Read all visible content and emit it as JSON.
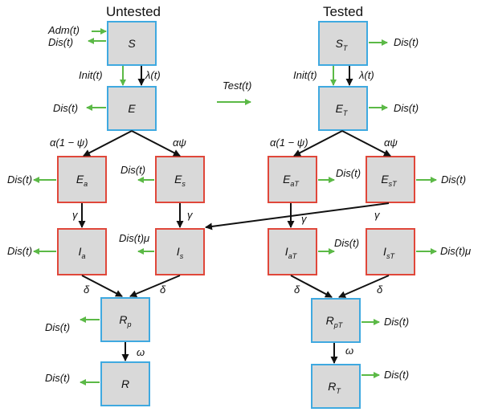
{
  "titles": {
    "untested": "Untested",
    "tested": "Tested"
  },
  "nodes": {
    "S": {
      "main": "S",
      "sub": ""
    },
    "E": {
      "main": "E",
      "sub": ""
    },
    "Ea": {
      "main": "E",
      "sub": "a"
    },
    "Es": {
      "main": "E",
      "sub": "s"
    },
    "Ia": {
      "main": "I",
      "sub": "a"
    },
    "Is": {
      "main": "I",
      "sub": "s"
    },
    "Rp": {
      "main": "R",
      "sub": "p"
    },
    "R": {
      "main": "R",
      "sub": ""
    },
    "ST": {
      "main": "S",
      "sub": "T"
    },
    "ET": {
      "main": "E",
      "sub": "T"
    },
    "EaT": {
      "main": "E",
      "sub": "aT"
    },
    "EsT": {
      "main": "E",
      "sub": "sT"
    },
    "IaT": {
      "main": "I",
      "sub": "aT"
    },
    "IsT": {
      "main": "I",
      "sub": "sT"
    },
    "RpT": {
      "main": "R",
      "sub": "pT"
    },
    "RT": {
      "main": "R",
      "sub": "T"
    }
  },
  "labels": {
    "adm": "Adm(t)",
    "dis": "Dis(t)",
    "init": "Init(t)",
    "lambda": "λ(t)",
    "test": "Test(t)",
    "alpha_1_psi": "α(1 − ψ)",
    "alpha_psi": "αψ",
    "gamma": "γ",
    "delta": "δ",
    "omega": "ω",
    "dis_mu": "Dis(t)μ"
  }
}
